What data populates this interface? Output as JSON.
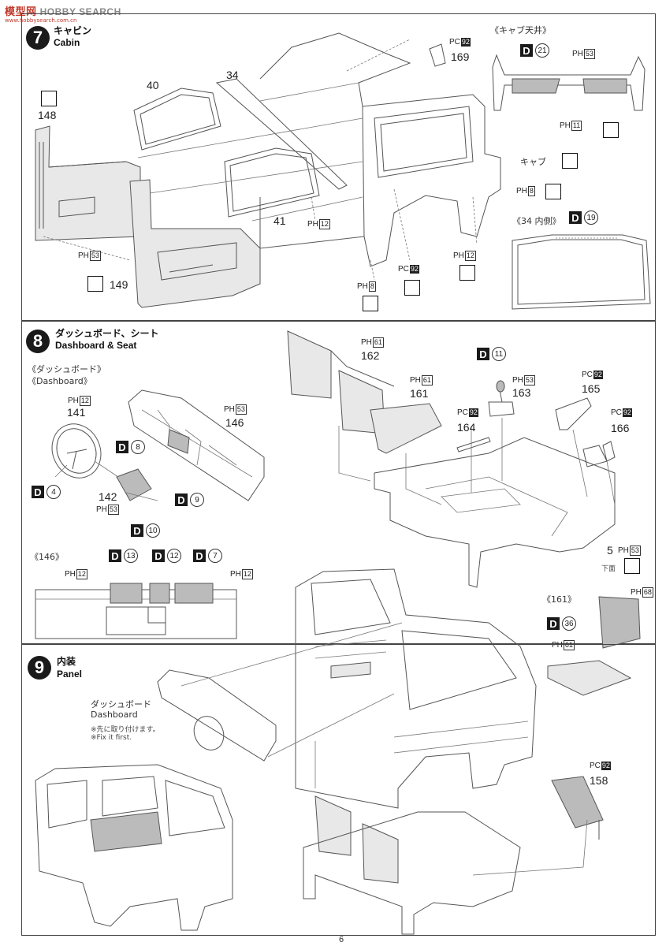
{
  "logo": {
    "brand": "模型网",
    "sub": "www.hobbysearch.com.cn",
    "overlay": "HOBBY SEARCH"
  },
  "page_number": "6",
  "step7": {
    "number": "7",
    "title_jp": "キャビン",
    "title_en": "Cabin",
    "parts": {
      "p148": "148",
      "p40": "40",
      "p34": "34",
      "p169": "169",
      "p41": "41",
      "p149": "149"
    },
    "ph": {
      "a": "53",
      "b": "12",
      "c": "11",
      "d": "8",
      "e": "8",
      "f": "12",
      "g": "53"
    },
    "pc": {
      "a": "92",
      "b": "92"
    },
    "ph_prefix": "PH",
    "pc_prefix": "PC",
    "cab_roof_label": "《キャブ天井》",
    "cab_label": "キャブ",
    "d21": "21",
    "d19": "19",
    "inner34_label": "《34 内側》"
  },
  "step8": {
    "number": "8",
    "title_jp": "ダッシュボード、シート",
    "title_en": "Dashboard & Seat",
    "dash_jp": "《ダッシュボード》",
    "dash_en": "《Dashboard》",
    "parts": {
      "p141": "141",
      "p142": "142",
      "p146": "146",
      "p162": "162",
      "p161": "161",
      "p163": "163",
      "p164": "164",
      "p165": "165",
      "p166": "166",
      "p5": "5"
    },
    "ph": {
      "p141": "12",
      "p142": "53",
      "p146": "53",
      "p162": "61",
      "p161": "61",
      "p163": "53",
      "p5": "53",
      "p146a": "12",
      "p146b": "12",
      "p161b": "68",
      "p161c": "61"
    },
    "pc": {
      "p164": "92",
      "p165": "92",
      "p166": "92"
    },
    "d8": "8",
    "d4": "4",
    "d9": "9",
    "d11": "11",
    "d10": "10",
    "d13": "13",
    "d12": "12",
    "d7": "7",
    "d36": "36",
    "label146": "《146》",
    "label161": "《161》",
    "underside": "下面"
  },
  "step9": {
    "number": "9",
    "title_jp": "内装",
    "title_en": "Panel",
    "dash_jp": "ダッシュボード",
    "dash_en": "Dashboard",
    "note_jp": "※先に取り付けます。",
    "note_en": "※Fix it first.",
    "part158": "158",
    "pc158": "92"
  }
}
